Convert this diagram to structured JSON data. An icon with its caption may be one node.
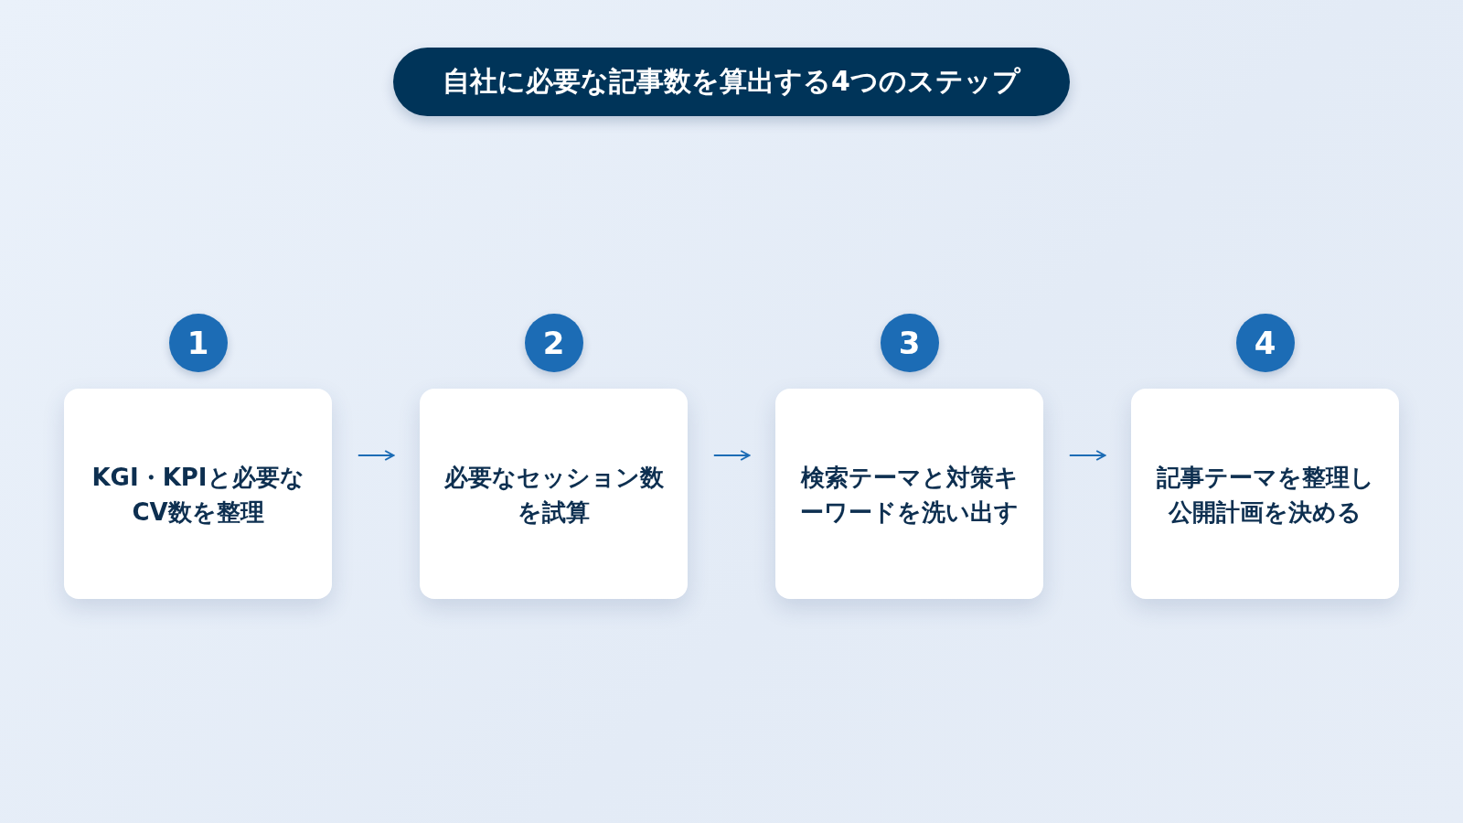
{
  "diagram": {
    "title": "自社に必要な記事数を算出する4つのステップ",
    "nodes": [
      {
        "text": [
          "KGI・KPIと必要なCV数を整理"
        ],
        "beside": [
          "1"
        ]
      },
      {
        "text": [
          "必要なセッション数を試算"
        ],
        "beside": [
          "2"
        ]
      },
      {
        "text": [
          "検索テーマと対策キーワードを洗い出す"
        ],
        "beside": [
          "3"
        ]
      },
      {
        "text": [
          "記事テーマを整理し公開計画を決める"
        ],
        "beside": [
          "4"
        ]
      }
    ],
    "edges": [
      {
        "from": 0,
        "to": 1,
        "arrow": "to"
      },
      {
        "from": 1,
        "to": 2,
        "arrow": "to"
      },
      {
        "from": 2,
        "to": 3,
        "arrow": "to"
      }
    ]
  }
}
